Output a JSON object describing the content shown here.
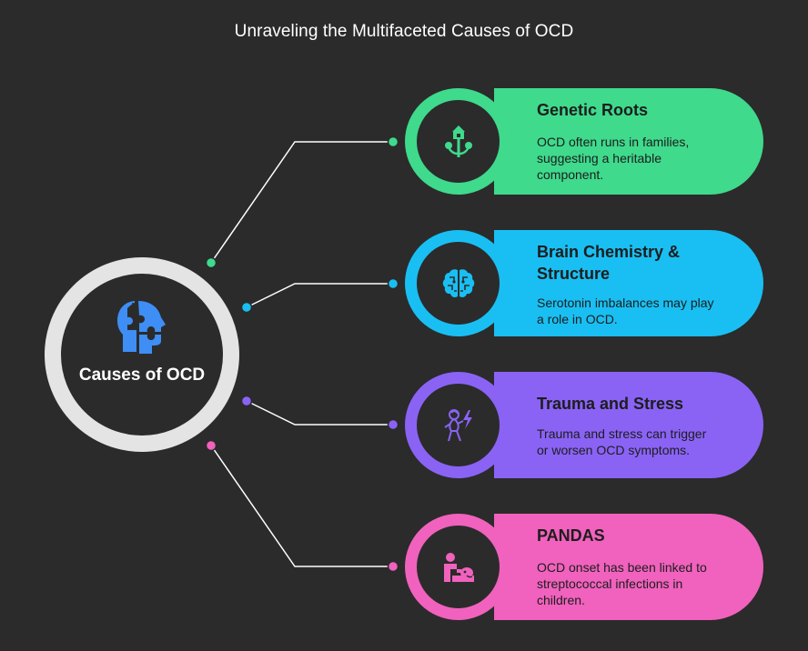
{
  "title": "Unraveling the Multifaceted Causes of OCD",
  "center": {
    "label": "Causes of OCD",
    "icon": "puzzle-head-icon",
    "ring_color": "#e4e4e4",
    "icon_color": "#3e8ef5"
  },
  "causes": [
    {
      "title": "Genetic Roots",
      "description": "OCD often runs in families, suggesting a heritable component.",
      "color": "#3fda8c",
      "icon": "family-tree-icon"
    },
    {
      "title": "Brain Chemistry & Structure",
      "description": "Serotonin imbalances may play a role in OCD.",
      "color": "#19bff2",
      "icon": "brain-icon"
    },
    {
      "title": "Trauma and Stress",
      "description": "Trauma and stress can trigger or worsen OCD symptoms.",
      "color": "#8a63f5",
      "icon": "stressed-person-icon"
    },
    {
      "title": "PANDAS",
      "description": "OCD onset has been linked to streptococcal infections in children.",
      "color": "#f062bd",
      "icon": "sick-child-icon"
    }
  ]
}
